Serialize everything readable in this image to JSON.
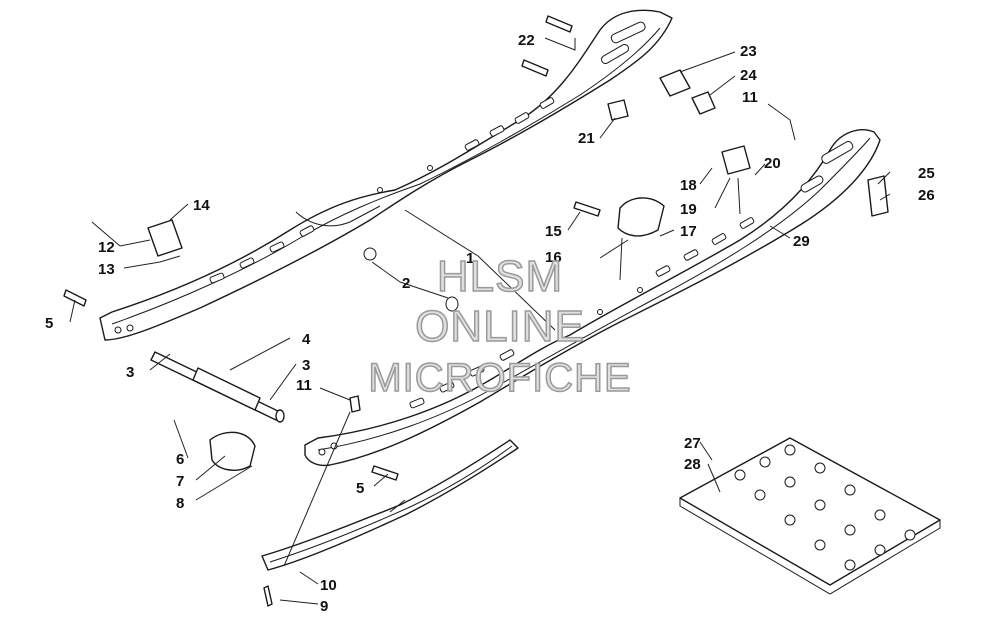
{
  "watermark": {
    "line1": "HLSM",
    "line2": "ONLINE",
    "line3": "MICROFICHE"
  },
  "callouts": [
    {
      "id": "c22",
      "text": "22"
    },
    {
      "id": "c23",
      "text": "23"
    },
    {
      "id": "c24",
      "text": "24"
    },
    {
      "id": "c11a",
      "text": "11"
    },
    {
      "id": "c21",
      "text": "21"
    },
    {
      "id": "c20",
      "text": "20"
    },
    {
      "id": "c18",
      "text": "18"
    },
    {
      "id": "c25",
      "text": "25"
    },
    {
      "id": "c26",
      "text": "26"
    },
    {
      "id": "c19",
      "text": "19"
    },
    {
      "id": "c14",
      "text": "14"
    },
    {
      "id": "c15",
      "text": "15"
    },
    {
      "id": "c17",
      "text": "17"
    },
    {
      "id": "c16",
      "text": "16"
    },
    {
      "id": "c29",
      "text": "29"
    },
    {
      "id": "c1",
      "text": "1"
    },
    {
      "id": "c12",
      "text": "12"
    },
    {
      "id": "c13",
      "text": "13"
    },
    {
      "id": "c2",
      "text": "2"
    },
    {
      "id": "c5a",
      "text": "5"
    },
    {
      "id": "c4",
      "text": "4"
    },
    {
      "id": "c3a",
      "text": "3"
    },
    {
      "id": "c3b",
      "text": "3"
    },
    {
      "id": "c11b",
      "text": "11"
    },
    {
      "id": "c6",
      "text": "6"
    },
    {
      "id": "c7",
      "text": "7"
    },
    {
      "id": "c8",
      "text": "8"
    },
    {
      "id": "c5b",
      "text": "5"
    },
    {
      "id": "c27",
      "text": "27"
    },
    {
      "id": "c28",
      "text": "28"
    },
    {
      "id": "c10",
      "text": "10"
    },
    {
      "id": "c9",
      "text": "9"
    }
  ]
}
